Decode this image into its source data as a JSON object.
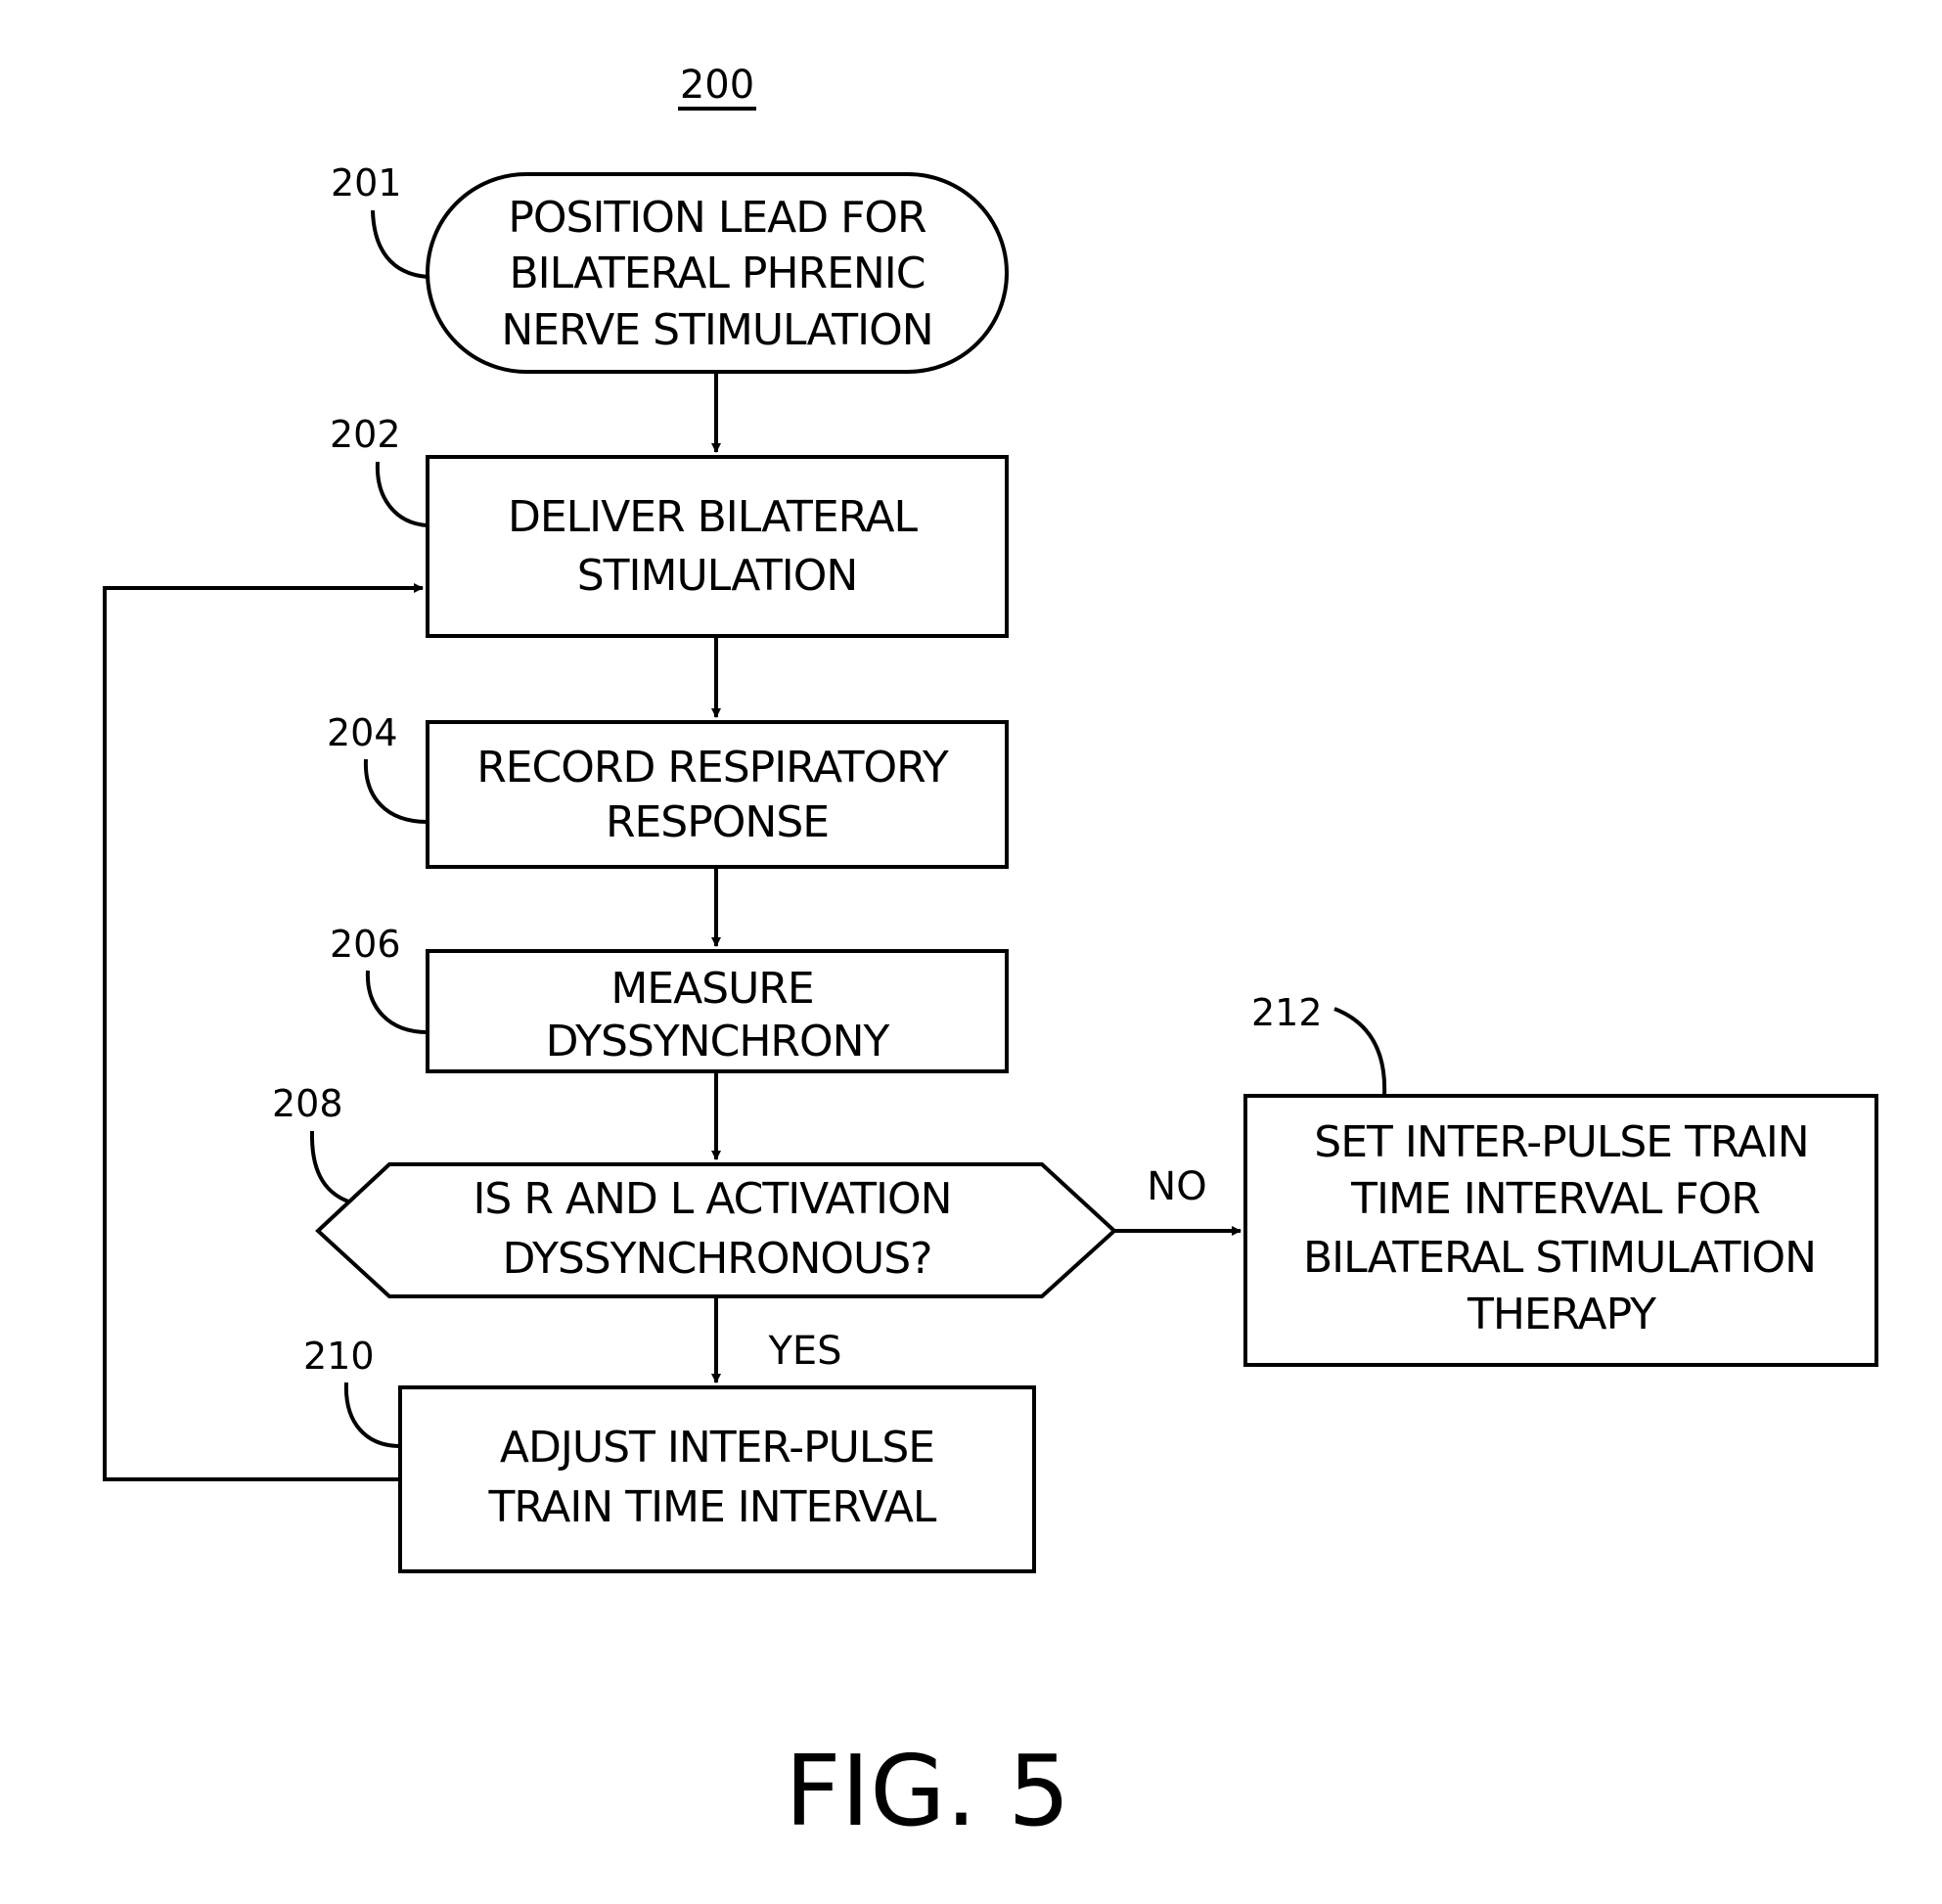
{
  "figure": {
    "number_label": "200",
    "caption": "FIG. 5"
  },
  "nodes": [
    {
      "id": "201",
      "shape": "terminal",
      "lines": [
        "POSITION LEAD FOR",
        "BILATERAL PHRENIC",
        "NERVE STIMULATION"
      ]
    },
    {
      "id": "202",
      "shape": "process",
      "lines": [
        "DELIVER BILATERAL",
        "STIMULATION"
      ]
    },
    {
      "id": "204",
      "shape": "process",
      "lines": [
        "RECORD RESPIRATORY",
        "RESPONSE"
      ]
    },
    {
      "id": "206",
      "shape": "process",
      "lines": [
        "MEASURE",
        "DYSSYNCHRONY"
      ]
    },
    {
      "id": "208",
      "shape": "decision",
      "lines": [
        "IS R AND L ACTIVATION",
        "DYSSYNCHRONOUS?"
      ]
    },
    {
      "id": "210",
      "shape": "process",
      "lines": [
        "ADJUST INTER-PULSE",
        "TRAIN TIME INTERVAL"
      ]
    },
    {
      "id": "212",
      "shape": "process",
      "lines": [
        "SET INTER-PULSE TRAIN",
        "TIME INTERVAL FOR",
        "BILATERAL STIMULATION",
        "THERAPY"
      ]
    }
  ],
  "edges": [
    {
      "from": "201",
      "to": "202",
      "label": ""
    },
    {
      "from": "202",
      "to": "204",
      "label": ""
    },
    {
      "from": "204",
      "to": "206",
      "label": ""
    },
    {
      "from": "206",
      "to": "208",
      "label": ""
    },
    {
      "from": "208",
      "to": "210",
      "label": "YES"
    },
    {
      "from": "208",
      "to": "212",
      "label": "NO"
    },
    {
      "from": "210",
      "to": "202",
      "label": ""
    }
  ]
}
